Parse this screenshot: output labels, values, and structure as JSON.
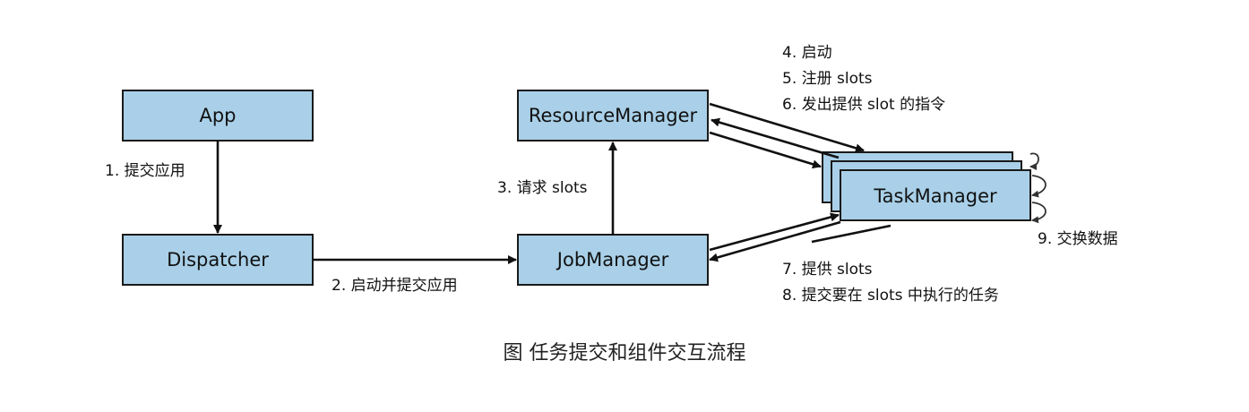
{
  "nodes": {
    "app": "App",
    "dispatcher": "Dispatcher",
    "jobmanager": "JobManager",
    "resourcemanager": "ResourceManager",
    "taskmanager": "TaskManager"
  },
  "edges": {
    "e1": "1. 提交应用",
    "e2": "2. 启动并提交应用",
    "e3": "3. 请求 slots",
    "e4": "4. 启动",
    "e5": "5. 注册 slots",
    "e6": "6. 发出提供 slot 的指令",
    "e7": "7. 提供 slots",
    "e8": "8. 提交要在 slots 中执行的任务",
    "e9": "9. 交换数据"
  },
  "caption": "图  任务提交和组件交互流程",
  "colors": {
    "box_fill": "#a9d0e8",
    "stroke": "#1a1a1a"
  }
}
